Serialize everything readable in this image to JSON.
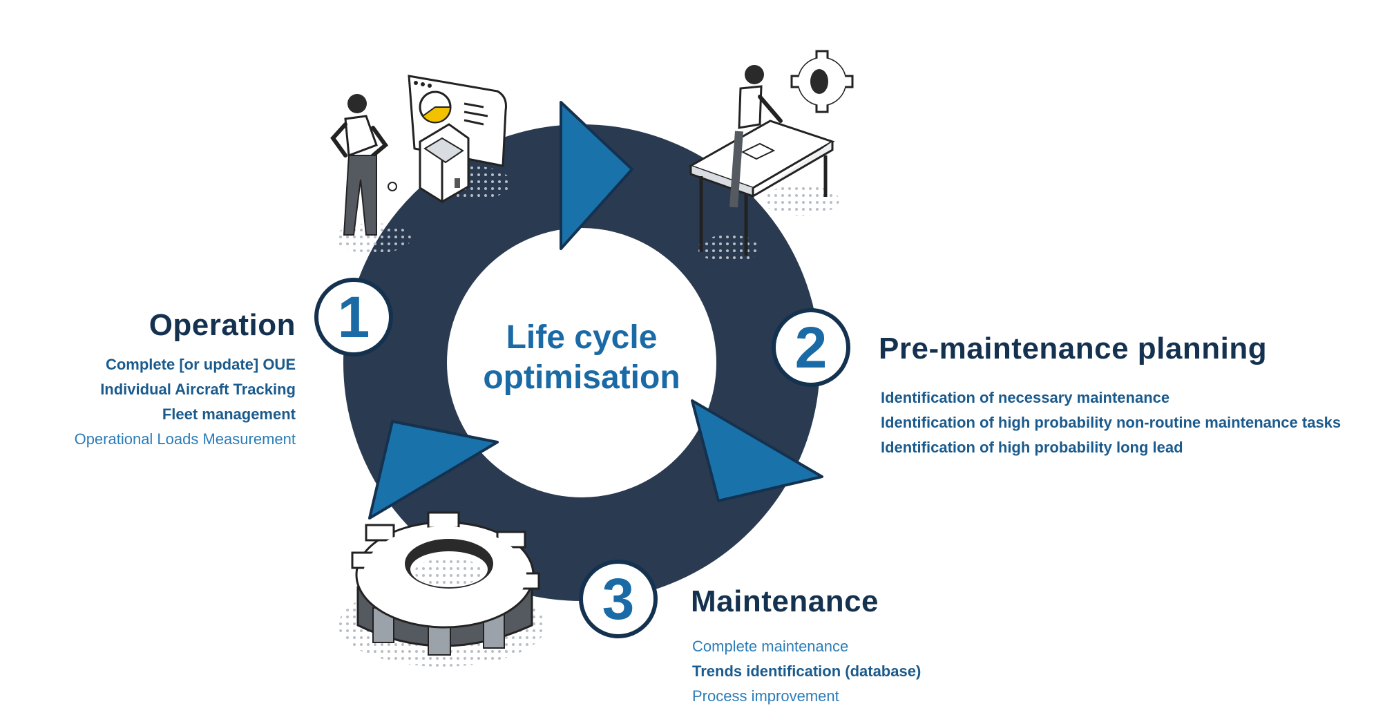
{
  "center": {
    "line1": "Life cycle",
    "line2": "optimisation"
  },
  "stages": [
    {
      "number": "1",
      "title": "Operation",
      "items": [
        {
          "text": "Complete [or update] OUE",
          "weight": "bold"
        },
        {
          "text": "Individual Aircraft Tracking",
          "weight": "bold"
        },
        {
          "text": "Fleet management",
          "weight": "bold"
        },
        {
          "text": "Operational Loads Measurement",
          "weight": "light"
        }
      ]
    },
    {
      "number": "2",
      "title": "Pre-maintenance planning",
      "items": [
        {
          "text": "Identification of necessary maintenance",
          "weight": "bold"
        },
        {
          "text": "Identification of high probability non-routine maintenance tasks",
          "weight": "bold"
        },
        {
          "text": "Identification of high probability long lead",
          "weight": "bold"
        }
      ]
    },
    {
      "number": "3",
      "title": "Maintenance",
      "items": [
        {
          "text": "Complete maintenance",
          "weight": "light"
        },
        {
          "text": "Trends identification (database)",
          "weight": "bold"
        },
        {
          "text": "Process improvement",
          "weight": "light"
        }
      ]
    }
  ],
  "colors": {
    "ring": "#2a3a50",
    "arrow": "#1a72ab",
    "heading": "#14324f",
    "text": "#1d6fa6"
  },
  "icons": [
    "person-with-dashboard-icon",
    "person-at-desk-icon",
    "small-gear-icon",
    "large-gear-icon"
  ]
}
